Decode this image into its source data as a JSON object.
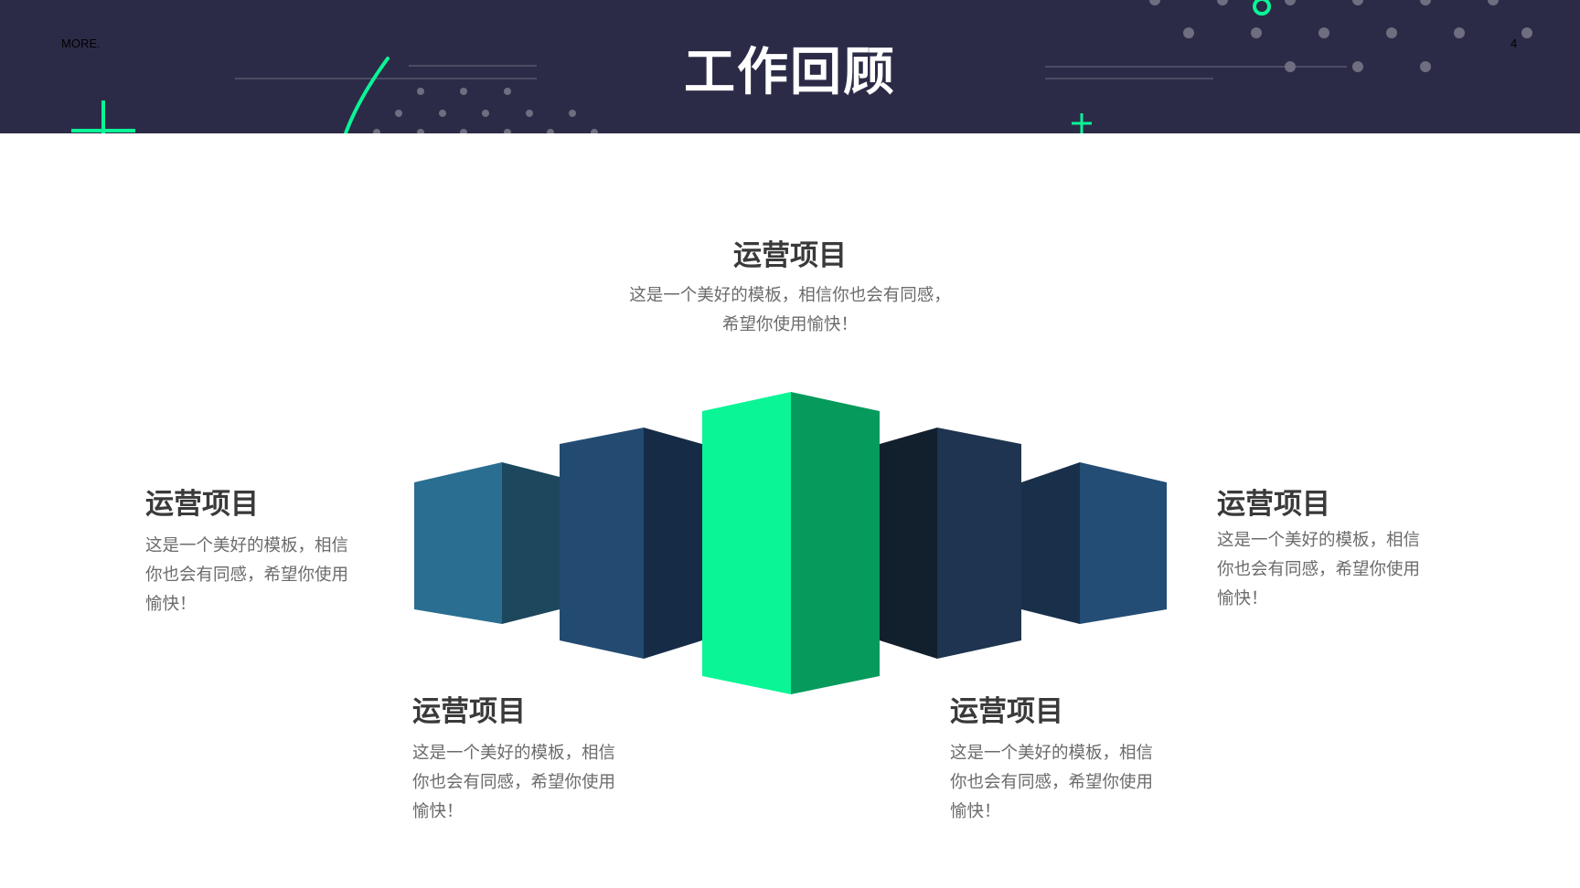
{
  "header": {
    "corner_label": "MORE.",
    "title": "工作回顾",
    "page_number": "4"
  },
  "colors": {
    "header_bg": "#2b2b47",
    "accent_green": "#0af596",
    "dot_gray": "#6e6e80"
  },
  "blocks": {
    "top": {
      "title": "运营项目",
      "desc_line1": "这是一个美好的模板，相信你也会有同感，",
      "desc_line2": "希望你使用愉快！"
    },
    "left": {
      "title": "运营项目",
      "desc_line1": "这是一个美好的模板，相信",
      "desc_line2": "你也会有同感，希望你使用",
      "desc_line3": "愉快！"
    },
    "right": {
      "title": "运营项目",
      "desc_line1": "这是一个美好的模板，相信",
      "desc_line2": "你也会有同感，希望你使用",
      "desc_line3": "愉快！"
    },
    "bottom_left": {
      "title": "运营项目",
      "desc_line1": "这是一个美好的模板，相信",
      "desc_line2": "你也会有同感，希望你使用",
      "desc_line3": "愉快！"
    },
    "bottom_right": {
      "title": "运营项目",
      "desc_line1": "这是一个美好的模板，相信",
      "desc_line2": "你也会有同感，希望你使用",
      "desc_line3": "愉快！"
    }
  }
}
